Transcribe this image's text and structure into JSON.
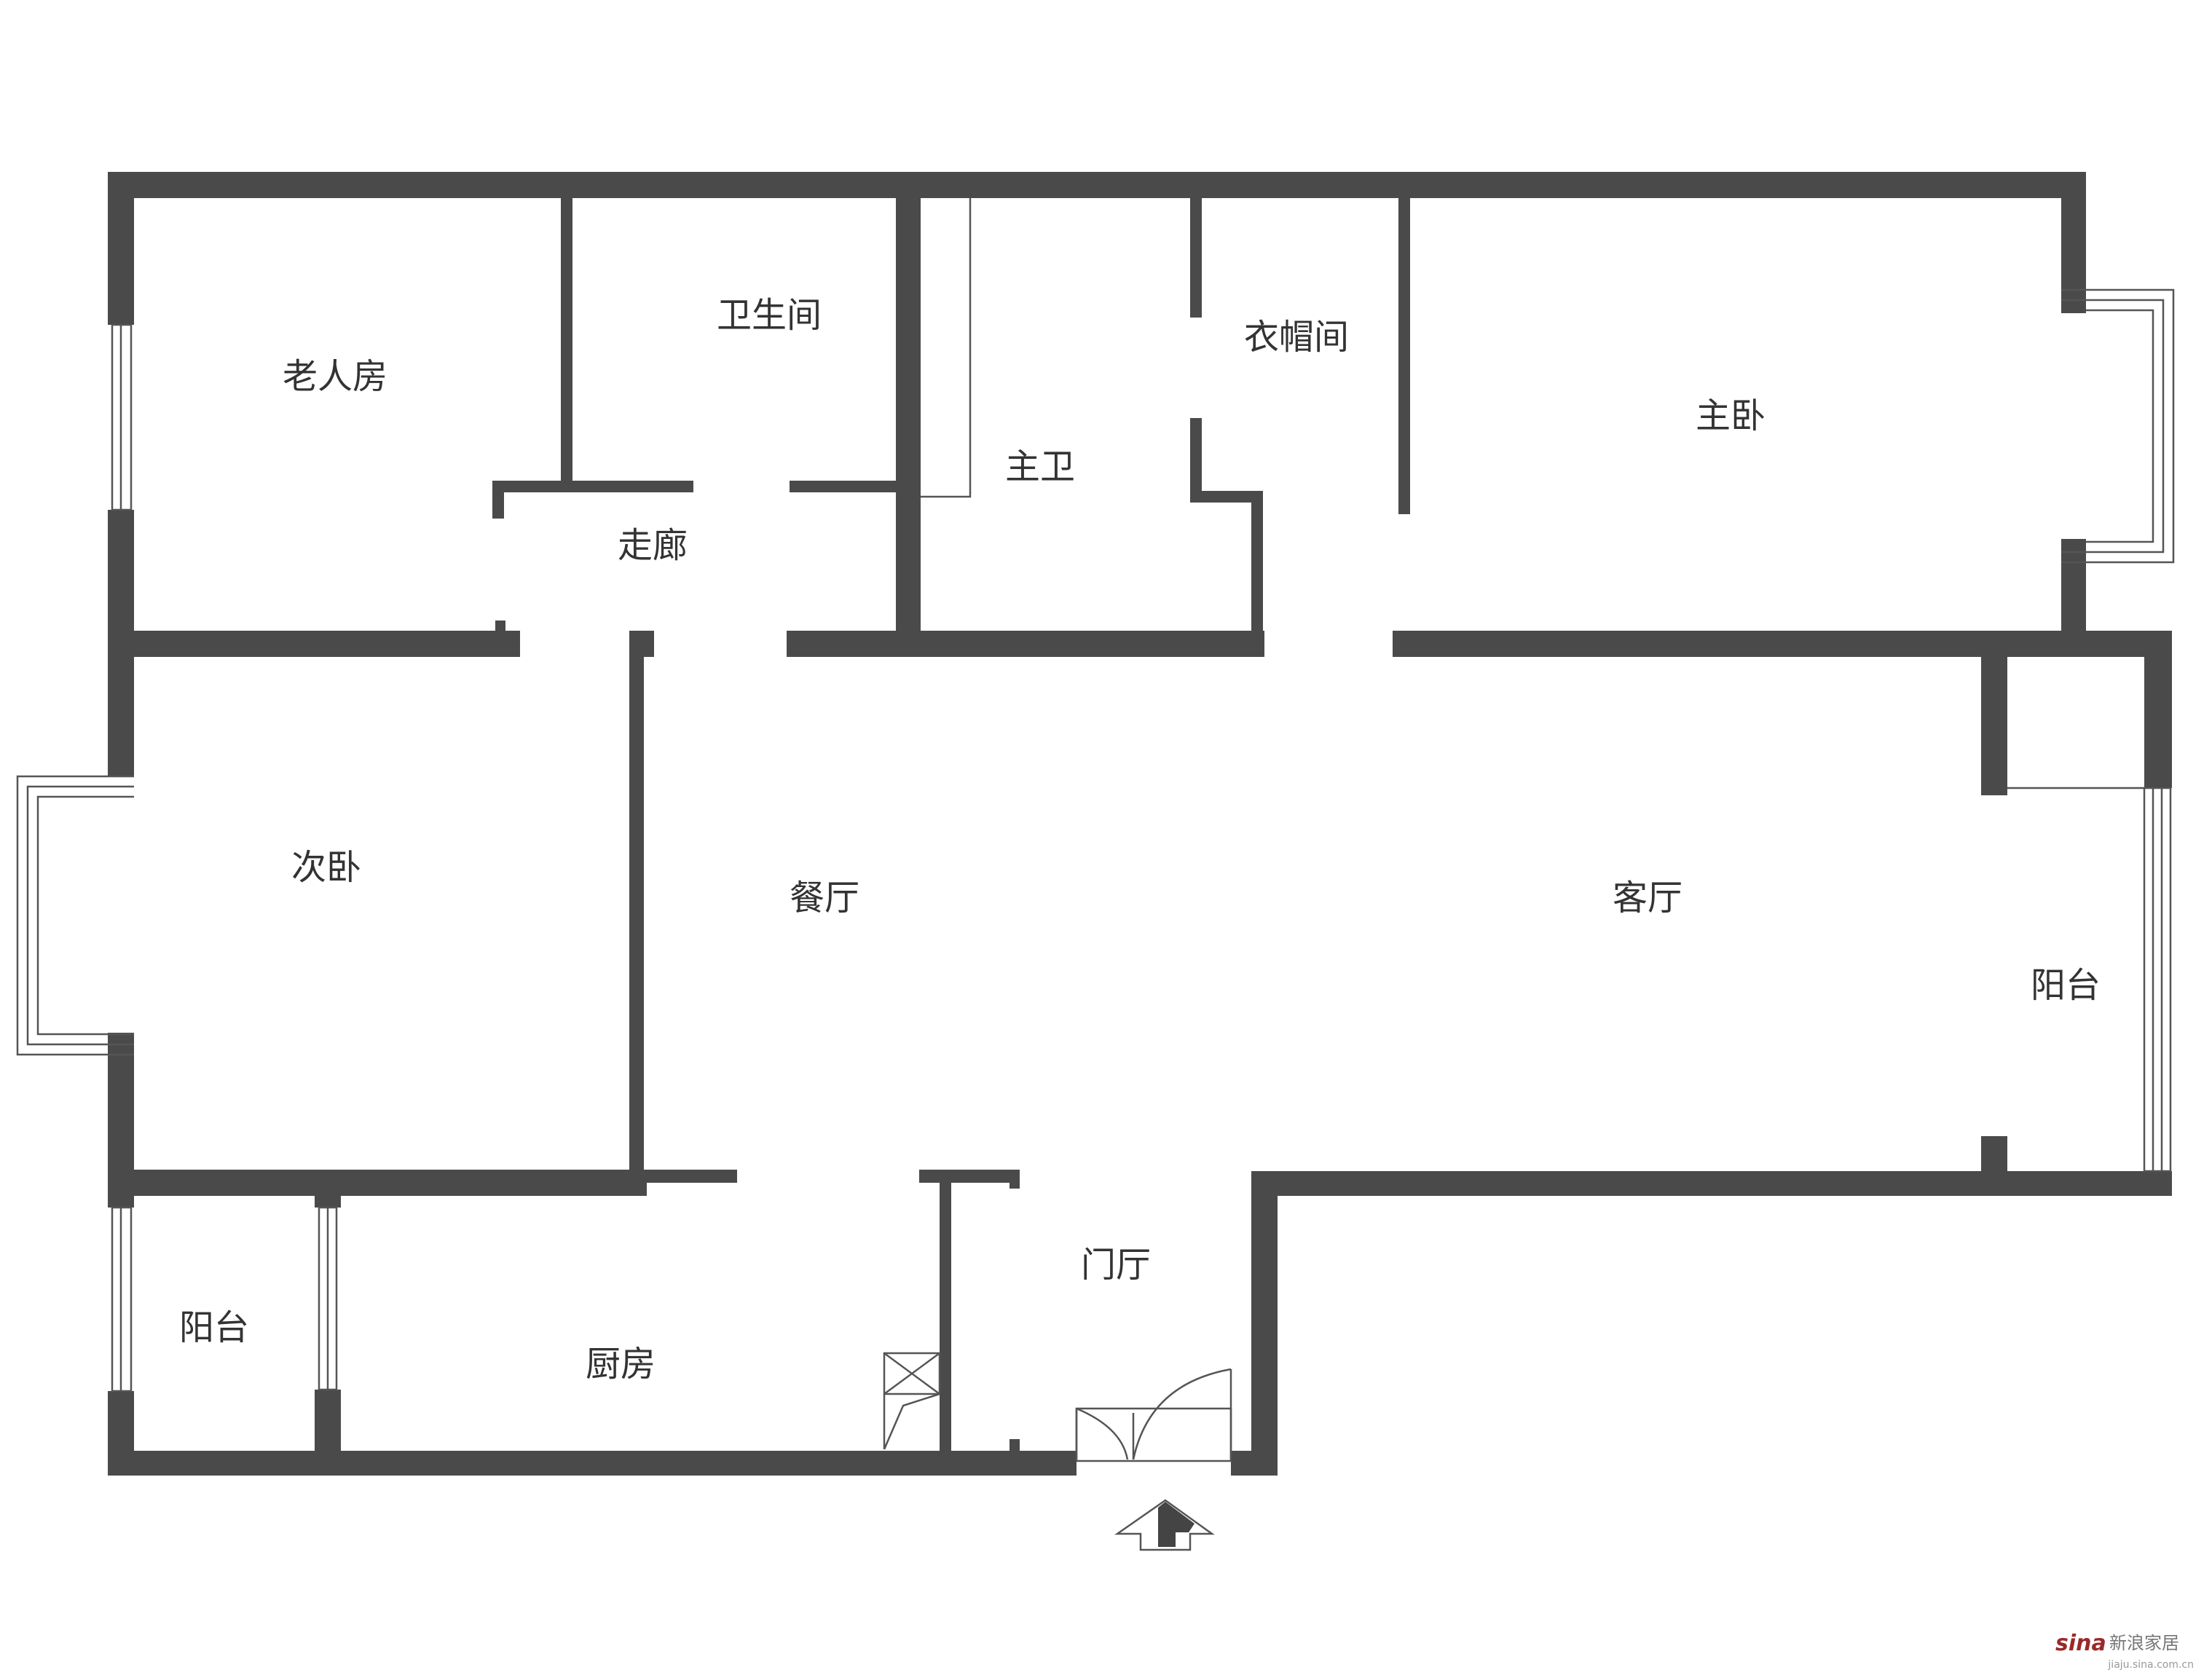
{
  "rooms": {
    "elder_room": "老人房",
    "bathroom": "卫生间",
    "master_bath": "主卫",
    "cloakroom": "衣帽间",
    "master_bedroom": "主卧",
    "corridor": "走廊",
    "second_bedroom": "次卧",
    "dining_room": "餐厅",
    "living_room": "客厅",
    "balcony_east": "阳台",
    "balcony_west": "阳台",
    "kitchen": "厨房",
    "foyer": "门厅"
  },
  "watermark": {
    "logo": "sina",
    "brand": "新浪家居",
    "url": "jiaju.sina.com.cn"
  }
}
